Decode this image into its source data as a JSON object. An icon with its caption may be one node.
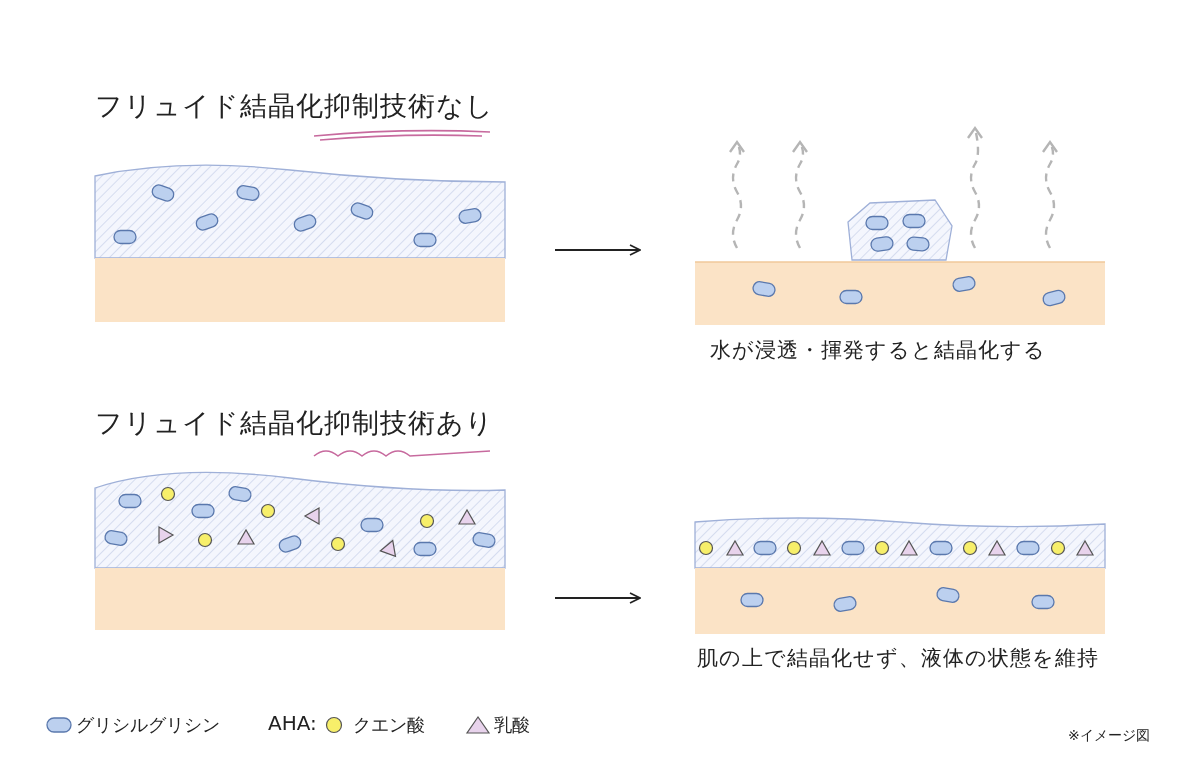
{
  "diagram": {
    "nodes": [
      {
        "text": [
          "フリュイド結晶化抑制技術なし"
        ]
      },
      {
        "text": [
          "水が浸透・揮発すると結晶化する"
        ]
      },
      {
        "text": [
          "フリュイド結晶化抑制技術あり"
        ]
      },
      {
        "text": [
          "肌の上で結晶化せず、液体の状態を維持"
        ]
      }
    ],
    "edges": [
      {
        "from": 0,
        "to": 1,
        "arrow": "to"
      },
      {
        "from": 2,
        "to": 3,
        "arrow": "to"
      }
    ],
    "labels": [
      "AHA:",
      "※イメージ図"
    ],
    "legend": [
      {
        "text": "グリシルグリシン",
        "color": "#bcd0ef"
      },
      {
        "text": "クエン酸",
        "color": "#f7ef6a"
      },
      {
        "text": "乳酸",
        "color": "#e8d3ec"
      }
    ]
  }
}
